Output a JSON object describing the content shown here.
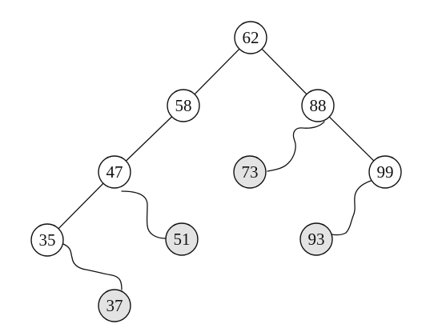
{
  "diagram": {
    "colors": {
      "normal_fill": "#ffffff",
      "highlight_fill": "#e3e3e3",
      "stroke": "#111111"
    },
    "nodes": [
      {
        "id": "n62",
        "label": "62",
        "highlighted": false
      },
      {
        "id": "n58",
        "label": "58",
        "highlighted": false
      },
      {
        "id": "n88",
        "label": "88",
        "highlighted": false
      },
      {
        "id": "n47",
        "label": "47",
        "highlighted": false
      },
      {
        "id": "n73",
        "label": "73",
        "highlighted": true
      },
      {
        "id": "n99",
        "label": "99",
        "highlighted": false
      },
      {
        "id": "n35",
        "label": "35",
        "highlighted": false
      },
      {
        "id": "n51",
        "label": "51",
        "highlighted": true
      },
      {
        "id": "n93",
        "label": "93",
        "highlighted": true
      },
      {
        "id": "n37",
        "label": "37",
        "highlighted": true
      }
    ],
    "edges": [
      {
        "from": "n62",
        "to": "n58",
        "style": "solid"
      },
      {
        "from": "n62",
        "to": "n88",
        "style": "solid"
      },
      {
        "from": "n58",
        "to": "n47",
        "style": "solid"
      },
      {
        "from": "n47",
        "to": "n35",
        "style": "solid"
      },
      {
        "from": "n88",
        "to": "n99",
        "style": "solid"
      },
      {
        "from": "n47",
        "to": "n51",
        "style": "wavy"
      },
      {
        "from": "n35",
        "to": "n37",
        "style": "wavy"
      },
      {
        "from": "n88",
        "to": "n73",
        "style": "wavy"
      },
      {
        "from": "n99",
        "to": "n93",
        "style": "wavy"
      }
    ]
  }
}
